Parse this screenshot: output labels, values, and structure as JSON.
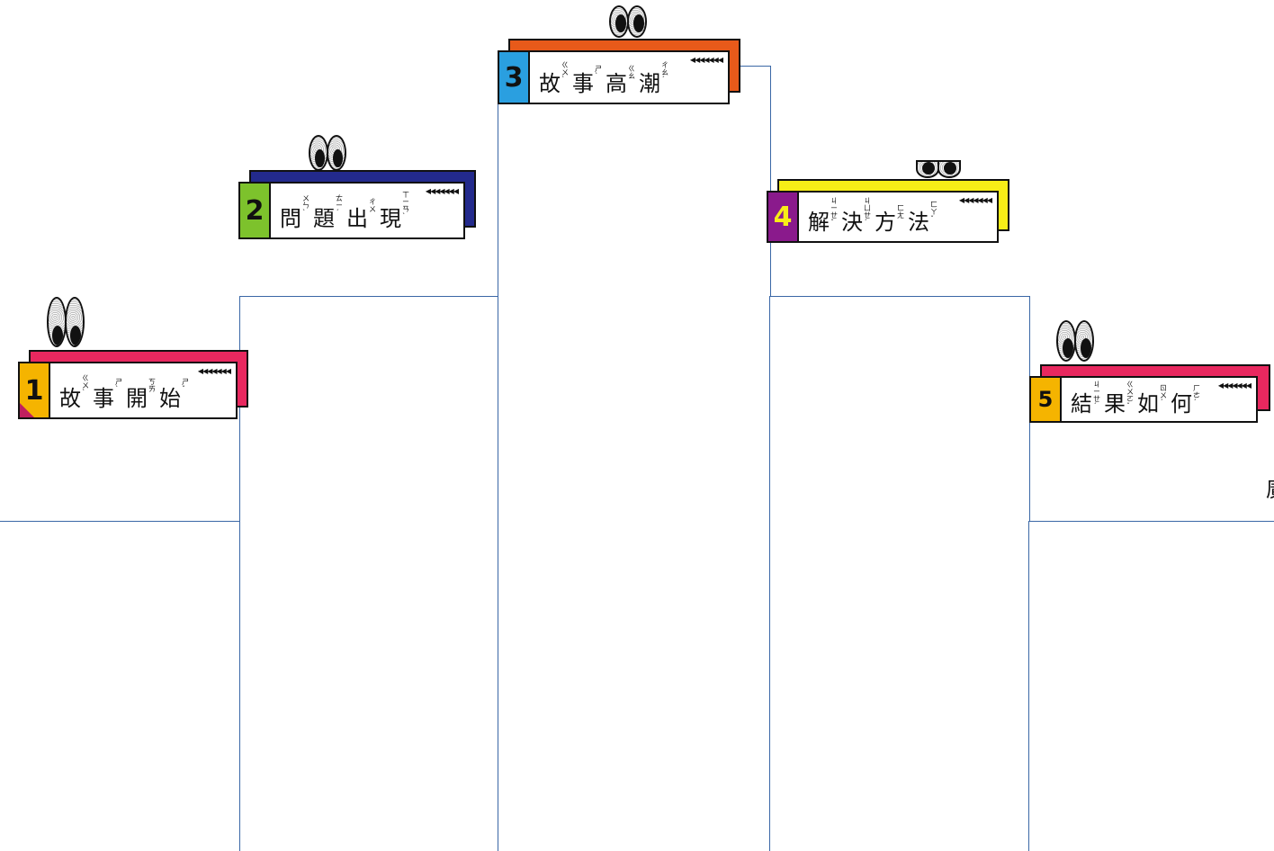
{
  "colors": {
    "column_border": "#3a67a6"
  },
  "stages": [
    {
      "number": "1",
      "chars": [
        {
          "c": "故",
          "z": "ㄍㄨˋ"
        },
        {
          "c": "事",
          "z": "ㄕˋ"
        },
        {
          "c": "開",
          "z": "ㄎㄞ"
        },
        {
          "c": "始",
          "z": "ㄕˇ"
        }
      ],
      "accent": "#e8285f",
      "tab": "#f5b400"
    },
    {
      "number": "2",
      "chars": [
        {
          "c": "問",
          "z": "ㄨㄣˋ"
        },
        {
          "c": "題",
          "z": "ㄊㄧˊ"
        },
        {
          "c": "出",
          "z": "ㄔㄨ"
        },
        {
          "c": "現",
          "z": "ㄒㄧㄢˋ"
        }
      ],
      "accent": "#232a8c",
      "tab": "#7dc22c"
    },
    {
      "number": "3",
      "chars": [
        {
          "c": "故",
          "z": "ㄍㄨˋ"
        },
        {
          "c": "事",
          "z": "ㄕˋ"
        },
        {
          "c": "高",
          "z": "ㄍㄠ"
        },
        {
          "c": "潮",
          "z": "ㄔㄠˊ"
        }
      ],
      "accent": "#e85a1a",
      "tab": "#2a9fe0"
    },
    {
      "number": "4",
      "chars": [
        {
          "c": "解",
          "z": "ㄐㄧㄝˇ"
        },
        {
          "c": "決",
          "z": "ㄐㄩㄝˊ"
        },
        {
          "c": "方",
          "z": "ㄈㄤ"
        },
        {
          "c": "法",
          "z": "ㄈㄚˇ"
        }
      ],
      "accent": "#f7ee17",
      "tab": "#8a1a8c"
    },
    {
      "number": "5",
      "chars": [
        {
          "c": "結",
          "z": "ㄐㄧㄝˊ"
        },
        {
          "c": "果",
          "z": "ㄍㄨㄛˇ"
        },
        {
          "c": "如",
          "z": "ㄖㄨˊ"
        },
        {
          "c": "何",
          "z": "ㄏㄜˊ"
        }
      ],
      "accent": "#e8285f",
      "tab": "#f5b400"
    }
  ],
  "edge_char": "廣"
}
